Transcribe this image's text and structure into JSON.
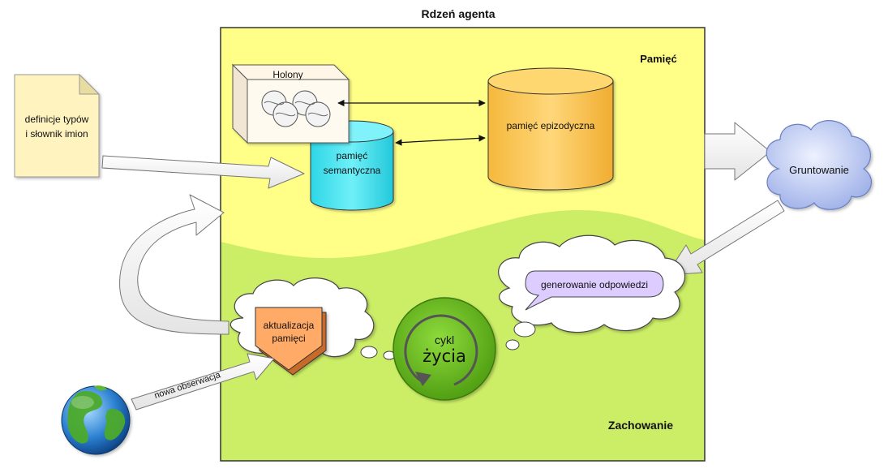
{
  "diagram": {
    "title": "Rdzeń agenta",
    "memory_region_label": "Pamięć",
    "behavior_region_label": "Zachowanie",
    "document": {
      "line1": "definicje typów",
      "line2": "i słownik imion"
    },
    "holony_label": "Holony",
    "semantic_memory": {
      "line1": "pamięć",
      "line2": "semantyczna"
    },
    "episodic_memory": "pamięć epizodyczna",
    "grounding": "Gruntowanie",
    "response_generation": "generowanie odpowiedzi",
    "memory_update": {
      "line1": "aktualizacja",
      "line2": "pamięci"
    },
    "life_cycle": {
      "line1": "cykl",
      "line2": "życia"
    },
    "new_observation": "nowa obserwacja",
    "colors": {
      "memory_area": "#ffff88",
      "behavior_area": "#ccee66",
      "semantic_cylinder": "#44e4ee",
      "episodic_cylinder": "#ffcc55",
      "cloud": "#aabbee",
      "cycle_disc": "#66bb22",
      "update_pentagon": "#ffaa66",
      "speech_bubble": "#ddccff",
      "document": "#fff3c0"
    }
  }
}
